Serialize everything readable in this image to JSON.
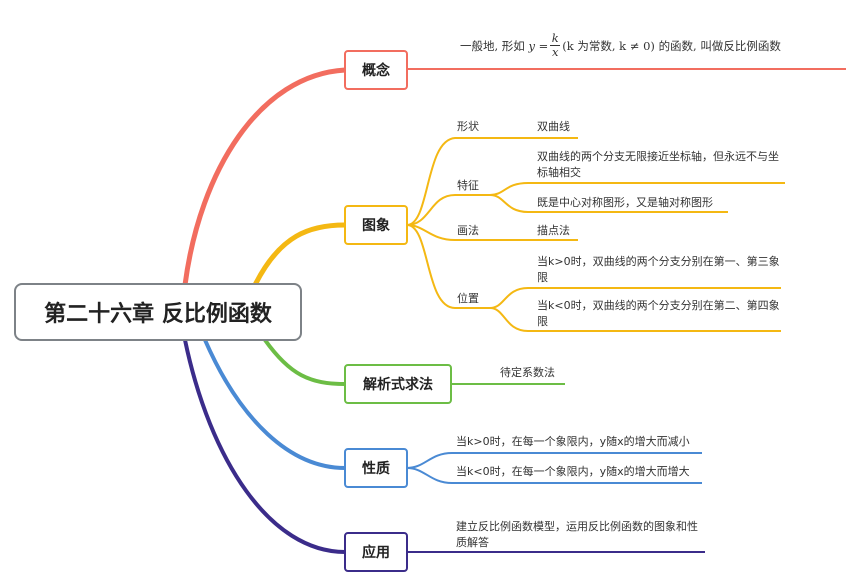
{
  "root": {
    "title": "第二十六章 反比例函数"
  },
  "colors": {
    "gainian": "#f26d5f",
    "tuxiang": "#f4b813",
    "jiexi": "#6cbd45",
    "xingzhi": "#4a8ad4",
    "yingyong": "#3b2c8a"
  },
  "gainian": {
    "label": "概念",
    "def_pre": "一般地, 形如",
    "def_y": "y",
    "def_eq": "=",
    "def_num": "k",
    "def_den": "x",
    "def_paren": "(k 为常数, k ≠ 0)",
    "def_post": "的函数, 叫做反比例函数"
  },
  "tuxiang": {
    "label": "图象",
    "shape_label": "形状",
    "shape_value": "双曲线",
    "feature_label": "特征",
    "feature_1": "双曲线的两个分支无限接近坐标轴，但永远不与坐标轴相交",
    "feature_2": "既是中心对称图形，又是轴对称图形",
    "draw_label": "画法",
    "draw_value": "描点法",
    "position_label": "位置",
    "position_1": "当k>0时，双曲线的两个分支分别在第一、第三象限",
    "position_2": "当k<0时，双曲线的两个分支分别在第二、第四象限"
  },
  "jiexi": {
    "label": "解析式求法",
    "method": "待定系数法"
  },
  "xingzhi": {
    "label": "性质",
    "prop_1": "当k>0时，在每一个象限内，y随x的增大而减小",
    "prop_2": "当k<0时，在每一个象限内，y随x的增大而增大"
  },
  "yingyong": {
    "label": "应用",
    "desc": "建立反比例函数模型，运用反比例函数的图象和性质解答"
  }
}
